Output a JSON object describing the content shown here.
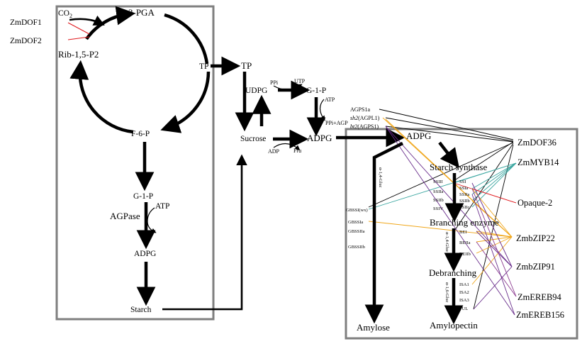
{
  "colors": {
    "frame": "#7f7f7f",
    "arrow": "#000000",
    "regulator_line": "#e0191e",
    "zmdof36": "#000000",
    "zmmyb14": "#3aa6a0",
    "opaque2": "#e0191e",
    "zmbzip22": "#f0a619",
    "zmbzip91": "#6a2e8c",
    "zmereb94": "#8b3a8f",
    "zmereb156": "#6a2e8c"
  },
  "left_panel": {
    "co2": "CO",
    "co2_sub": "2",
    "zmdof1": "ZmDOF1",
    "zmdof2": "ZmDOF2",
    "pga": "3-PGA",
    "rib": "Rib-1,5-P2",
    "tp": "TP",
    "f6p": "F-6-P",
    "g1p": "G-1-P",
    "atp": "ATP",
    "agpase": "AGPase",
    "adpg": "ADPG",
    "starch": "Starch"
  },
  "middle": {
    "tp": "TP",
    "udpg": "UDPG",
    "ppi": "PPi",
    "utp": "UTP",
    "g1p": "G-1-P",
    "atp": "ATP",
    "ppi_agp": "PPi+AGP",
    "sucrose": "Sucrose",
    "adp": "ADP",
    "fru": "Fru",
    "adpg": "ADPG"
  },
  "right_panel": {
    "adpg": "ADPG",
    "starch_synthase": "Starch synthase",
    "branching_enzyme": "Branching enzyme",
    "debranching": "Debranching",
    "amylose": "Amylose",
    "amylopectin": "Amylopectin",
    "alpha14_a": "α-1,4-Gluc",
    "alpha14_b": "α-1,4-Gluc",
    "alpha16": "α-1,6-Gluc",
    "agp_genes": [
      {
        "prefix": "",
        "italic": "",
        "rest": "AGPS1a"
      },
      {
        "prefix": "",
        "italic": "sh2",
        "rest": "(AGPL1)"
      },
      {
        "prefix": "",
        "italic": "bt2",
        "rest": "(AGPS1)"
      }
    ],
    "ss_left": [
      "SSIII",
      "SSIIa",
      "SSIIb",
      "SSIV"
    ],
    "ss_right": [
      "SSI",
      "SSIa",
      "SSIIa",
      "SSIIb",
      "SSIIc"
    ],
    "gbss": [
      "GBSSI(wx)",
      "GBSSIa",
      "GBSSIIa",
      "GBSSIIb"
    ],
    "be": [
      "BEI",
      "BEIIa",
      "BEIIb"
    ],
    "isa": [
      "ISA1",
      "ISA2",
      "ISA3",
      "PUL"
    ]
  },
  "tfs": [
    "ZmDOF36",
    "ZmMYB14",
    "Opaque-2",
    "ZmbZIP22",
    "ZmbZIP91",
    "ZmEREB94",
    "ZmEREB156"
  ]
}
